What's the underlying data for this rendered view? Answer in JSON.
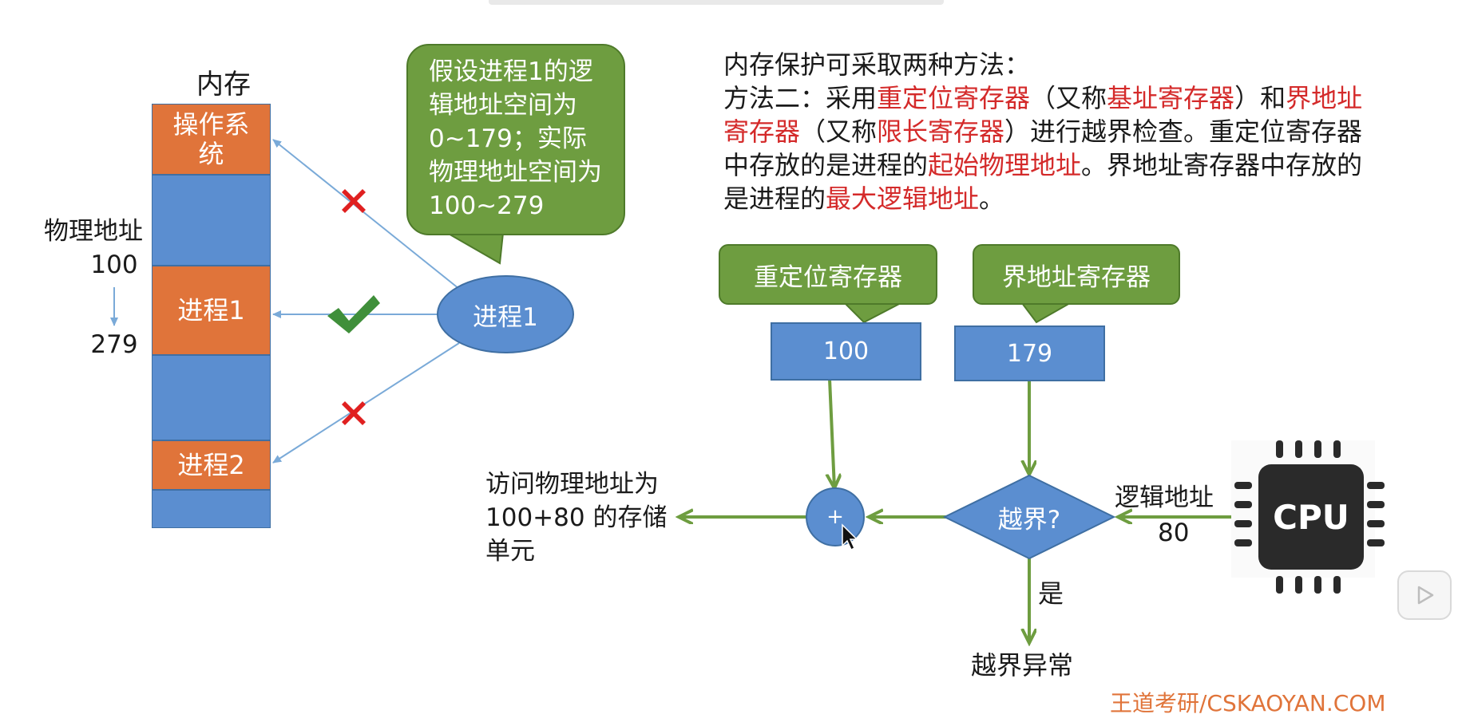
{
  "memory": {
    "title": "内存",
    "os_label": "操作系统",
    "process1_label": "进程1",
    "process2_label": "进程2"
  },
  "phys_addr": {
    "label": "物理地址",
    "start": "100",
    "end": "279"
  },
  "process_node": {
    "label": "进程1"
  },
  "assumption_callout": {
    "text": "假设进程1的逻辑地址空间为 0~179；实际物理地址空间为 100~279"
  },
  "description": {
    "line1": "内存保护可采取两种方法：",
    "p_method": "方法二：采用",
    "t_relocation_reg": "重定位寄存器",
    "p_aka1": "（又称",
    "t_base_reg": "基址寄存器",
    "p_and": "）和",
    "t_limit_reg": "界地址寄存器",
    "p_aka2": "（又称",
    "t_length_reg": "限长寄存器",
    "p_check": "）进行越界检查。重定位寄存器中存放的是进程的",
    "t_start_phys": "起始物理地址",
    "p_limit_holds": "。界地址寄存器中存放的是进程的",
    "t_max_logical": "最大逻辑地址",
    "p_end": "。"
  },
  "registers": {
    "relocation_label": "重定位寄存器",
    "relocation_value": "100",
    "limit_label": "界地址寄存器",
    "limit_value": "179"
  },
  "flow": {
    "adder_symbol": "+",
    "check_label": "越界?",
    "yes_label": "是",
    "exception_label": "越界异常",
    "logical_addr_label": "逻辑地址",
    "logical_addr_value": "80",
    "access_text": "访问物理地址为 100+80 的存储单元"
  },
  "cpu_label": "CPU",
  "watermark": "王道考研/CSKAOYAN.COM",
  "colors": {
    "orange_block": "#e0743a",
    "blue_block": "#5b8ed0",
    "green_callout": "#6e9d40",
    "green_arrow": "#6e9d40",
    "blue_arrow": "#7aaad8",
    "highlight_red": "#d42a2a",
    "cross_red": "#e02020",
    "check_green": "#3f8f3a"
  }
}
